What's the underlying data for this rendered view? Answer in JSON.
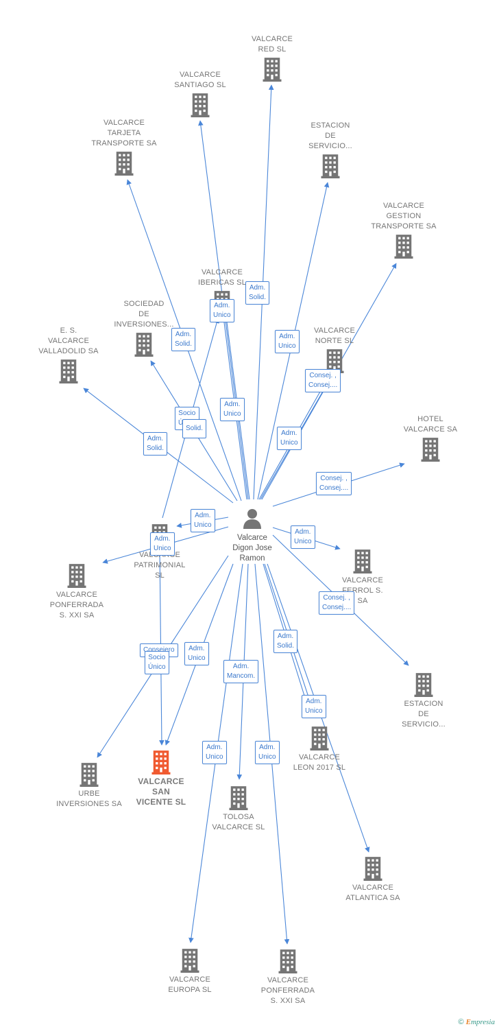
{
  "center": {
    "name": "Valcarce\nDigon Jose\nRamon"
  },
  "colors": {
    "edge": "#4a86d8",
    "building": "#757575",
    "focus": "#f05a30"
  },
  "companies": [
    {
      "id": "red",
      "name": "VALCARCE\nRED  SL"
    },
    {
      "id": "santiago",
      "name": "VALCARCE\nSANTIAGO  SL"
    },
    {
      "id": "tarjeta",
      "name": "VALCARCE\nTARJETA\nTRANSPORTE SA"
    },
    {
      "id": "estacion1",
      "name": "ESTACION\nDE\nSERVICIO..."
    },
    {
      "id": "gestion",
      "name": "VALCARCE\nGESTION\nTRANSPORTE SA"
    },
    {
      "id": "ibericas",
      "name": "VALCARCE\nIBERICAS  SL"
    },
    {
      "id": "sociedad",
      "name": "SOCIEDAD\nDE\nINVERSIONES..."
    },
    {
      "id": "es",
      "name": "E.  S.\nVALCARCE\nVALLADOLID SA"
    },
    {
      "id": "norte",
      "name": "VALCARCE\nNORTE  SL"
    },
    {
      "id": "hotel",
      "name": "HOTEL\nVALCARCE SA"
    },
    {
      "id": "patrimonial",
      "name": "VALCARCE\nPATRIMONIAL\nSL"
    },
    {
      "id": "ponf1",
      "name": "VALCARCE\nPONFERRADA\nS. XXI SA"
    },
    {
      "id": "ferrol",
      "name": "VALCARCE\nFERROL S.\nSA"
    },
    {
      "id": "estacion2",
      "name": "ESTACION\nDE\nSERVICIO..."
    },
    {
      "id": "urbe",
      "name": "URBE\nINVERSIONES SA"
    },
    {
      "id": "sanvicente",
      "name": "VALCARCE\nSAN\nVICENTE  SL"
    },
    {
      "id": "tolosa",
      "name": "TOLOSA\nVALCARCE SL"
    },
    {
      "id": "leon",
      "name": "VALCARCE\nLEON 2017  SL"
    },
    {
      "id": "atlantica",
      "name": "VALCARCE\nATLANTICA SA"
    },
    {
      "id": "europa",
      "name": "VALCARCE\nEUROPA  SL"
    },
    {
      "id": "ponf2",
      "name": "VALCARCE\nPONFERRADA\nS.  XXI SA"
    }
  ],
  "tags": [
    "Adm.\nSolid.",
    "Adm.\nUnico",
    "Adm.\nSolid.",
    "Adm.\nUnico",
    "Consej. ,\nConsej....",
    "Adm.\nUnico",
    "Socio\nÚnico",
    "Solid.",
    "Adm.\nUnico",
    "Adm.\nSolid.",
    "Consej. ,\nConsej....",
    "Adm.\nUnico",
    "Adm.\nUnico",
    "Adm.\nUnico",
    "Consej. ,\nConsej....",
    "Consejero",
    "Socio\nÚnico",
    "Adm.\nUnico",
    "Adm.\nMancom.",
    "Adm.\nSolid.",
    "Adm.\nUnico",
    "Adm.\nUnico",
    "Adm.\nUnico"
  ],
  "credit": {
    "symbol": "©",
    "brand_initial": "E",
    "brand_rest": "mpresia"
  }
}
